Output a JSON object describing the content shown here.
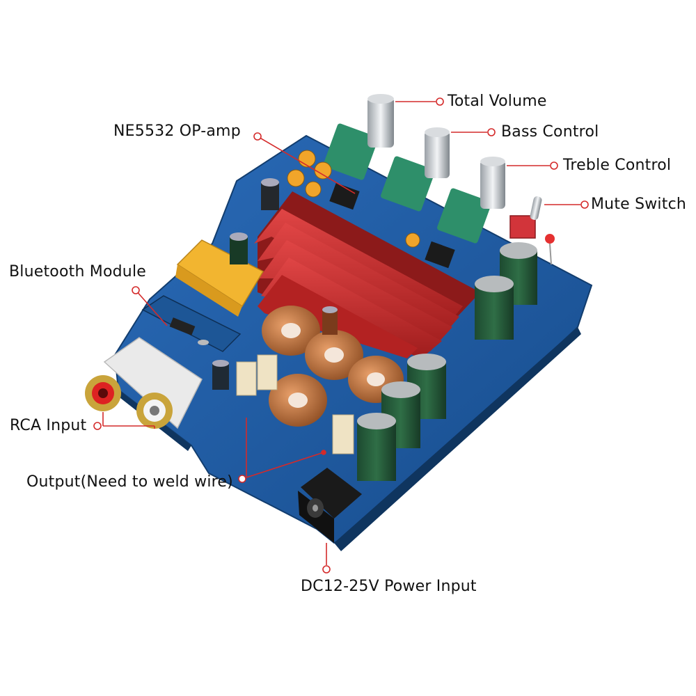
{
  "callouts": {
    "total_volume": "Total Volume",
    "op_amp": "NE5532 OP-amp",
    "bass_control": "Bass Control",
    "treble_control": "Treble Control",
    "mute_switch": "Mute Switch",
    "bluetooth_module": "Bluetooth Module",
    "rca_input": "RCA Input",
    "output": "Output(Need to weld wire)",
    "power_input": "DC12-25V Power Input"
  },
  "colors": {
    "pcb": "#1f5fa6",
    "heatsink": "#c62a2a",
    "leader": "#d42a2a",
    "relay": "#f2b530",
    "pot": "#2e8f6a"
  }
}
